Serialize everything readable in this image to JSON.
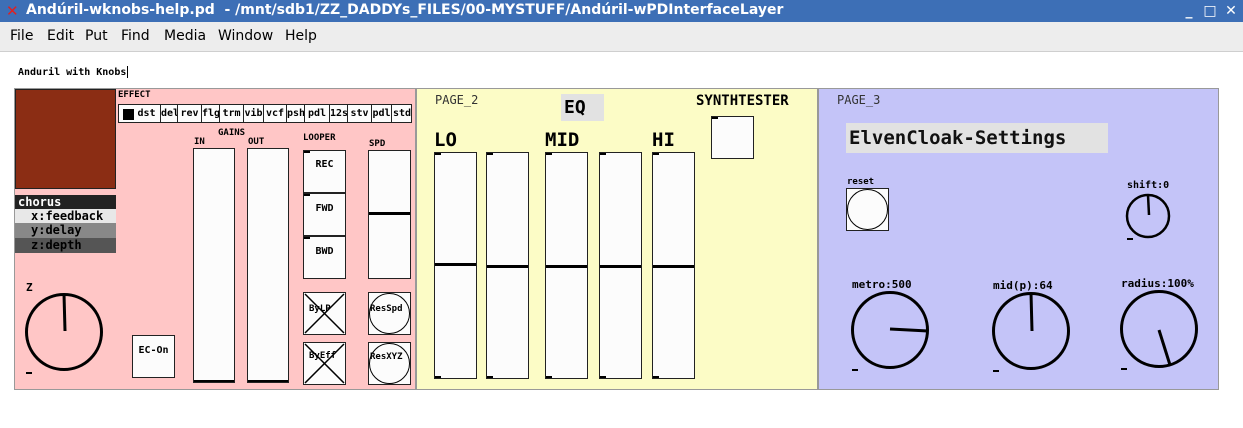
{
  "window": {
    "title": "Andúril-wknobs-help.pd  - /mnt/sdb1/ZZ_DADDYs_FILES/00-MYSTUFF/Andúril-wPDInterfaceLayer",
    "minimize": "_",
    "maximize": "□",
    "close": "✕"
  },
  "menu": [
    "File",
    "Edit",
    "Put",
    "Find",
    "Media",
    "Window",
    "Help"
  ],
  "canvas": {
    "comment": "Anduril with Knobs",
    "page1": {
      "effect_label": "EFFECT",
      "effects": [
        "dst",
        "del",
        "rev",
        "flg",
        "trm",
        "vib",
        "vcf",
        "psh",
        "pdl",
        "12s",
        "stv",
        "pdl",
        "std"
      ],
      "gains_label": "GAINS",
      "in_label": "IN",
      "out_label": "OUT",
      "looper_label": "LOOPER",
      "rec": "REC",
      "fwd": "FWD",
      "bwd": "BWD",
      "spd_label": "SPD",
      "bylp": "ByLP",
      "byeff": "ByEff",
      "resspd": "ResSpd",
      "resxyz": "ResXYZ",
      "ec_on": "EC-On",
      "chorus": "chorus",
      "x_param": "x:feedback",
      "y_param": "y:delay",
      "z_param": "z:depth",
      "z_label": "Z",
      "colors": {
        "bg": "#ffc6c6",
        "square": "#8b2d14"
      }
    },
    "page2": {
      "title": "PAGE_2",
      "eq": "EQ",
      "synthtester": "SYNTHTESTER",
      "lo": "LO",
      "mid": "MID",
      "hi": "HI",
      "colors": {
        "bg": "#fcfcc6"
      }
    },
    "page3": {
      "title": "PAGE_3",
      "settings": "ElvenCloak-Settings",
      "reset": "reset",
      "shift": "shift:0",
      "metro": "metro:500",
      "mid": "mid(p):64",
      "radius": "radius:100%",
      "colors": {
        "bg": "#c4c4f8"
      }
    }
  }
}
